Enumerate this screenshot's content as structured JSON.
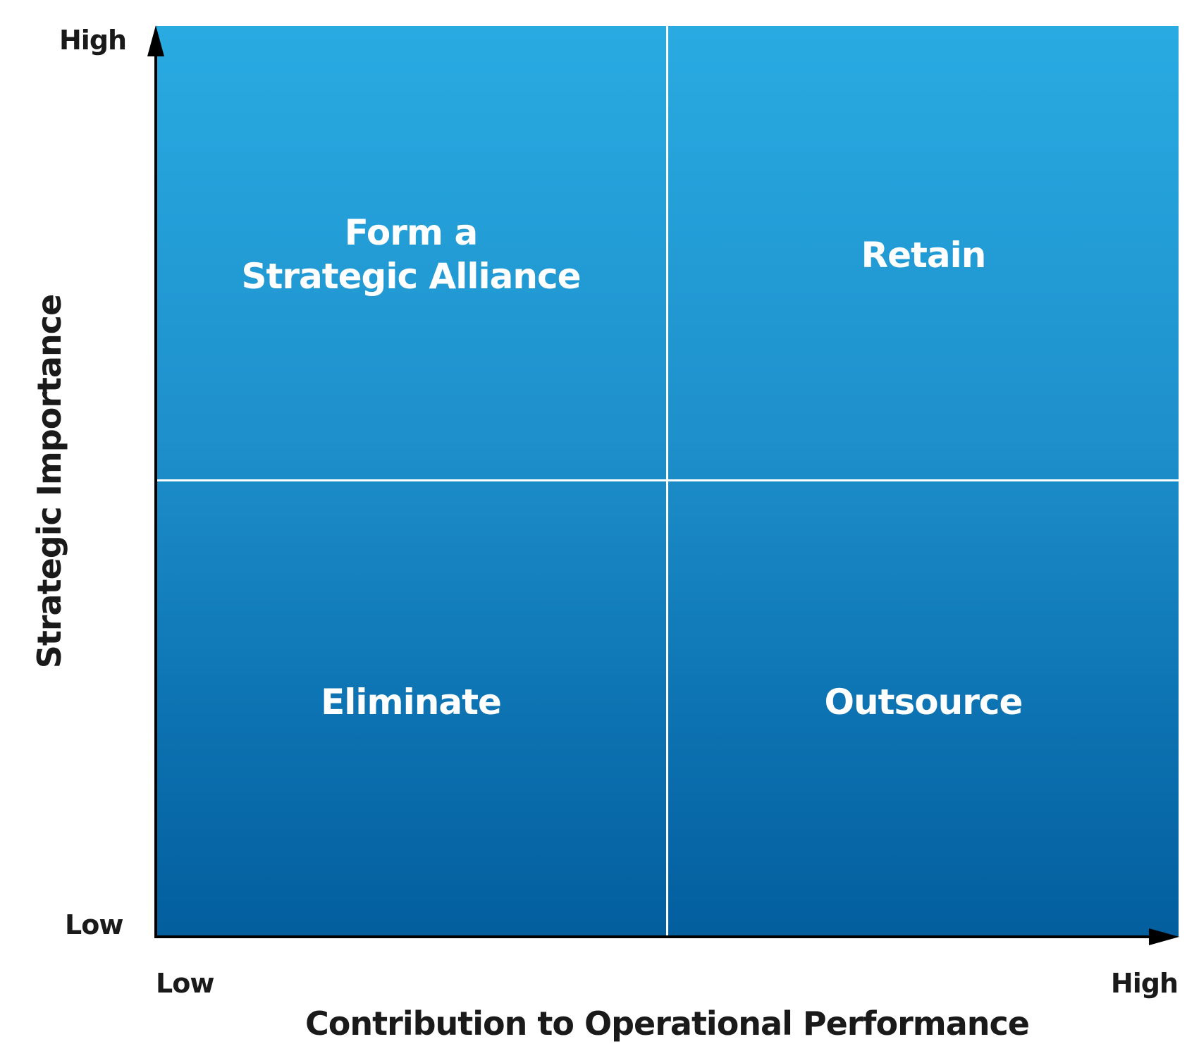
{
  "diagram": {
    "quadrants": {
      "top_left": [
        "Form a",
        "Strategic Alliance"
      ],
      "top_right": "Retain",
      "bottom_left": "Eliminate",
      "bottom_right": "Outsource"
    },
    "y_axis": {
      "title": "Strategic Importance",
      "high_label": "High",
      "low_label": "Low"
    },
    "x_axis": {
      "title": "Contribution to Operational Performance",
      "low_label": "Low",
      "high_label": "High"
    },
    "colors": {
      "gradient_top": "#29ABE2",
      "gradient_bottom": "#035E9E",
      "divider": "#ffffff",
      "axis": "#000000"
    }
  }
}
